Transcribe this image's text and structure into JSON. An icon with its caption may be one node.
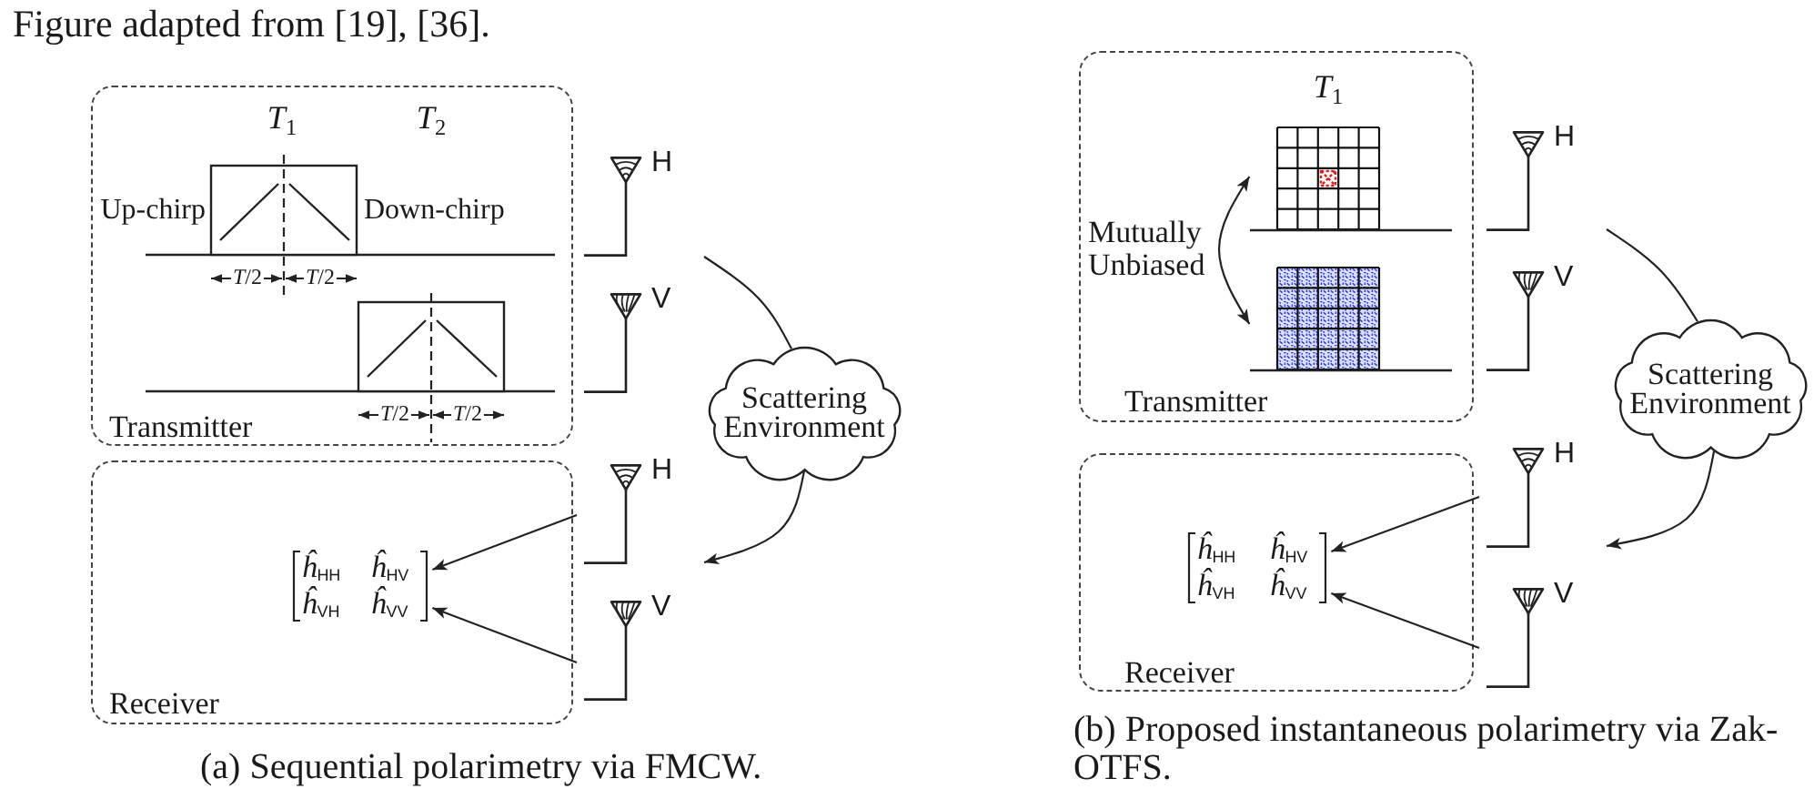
{
  "diagram": {
    "nodes": [
      {
        "text": [
          "Transmitter"
        ]
      },
      {
        "text": [
          "H"
        ]
      },
      {
        "text": [
          "V"
        ]
      },
      {
        "text": [
          "Scattering Environment"
        ]
      },
      {
        "text": [
          "Receiver"
        ]
      },
      {
        "text": [
          "*ĥ*$_{HH}$",
          "*ĥ*$_{HV}$",
          "*ĥ*$_{VH}$",
          "*ĥ*$_{VV}$"
        ],
        "in": 4
      },
      {
        "text": [
          "H"
        ]
      },
      {
        "text": [
          "V"
        ]
      },
      {
        "text": [
          "Transmitter"
        ]
      },
      {
        "text": [],
        "shape": "grid",
        "in": 8
      },
      {
        "text": [],
        "shape": "grid",
        "in": 8
      },
      {
        "text": [
          "H"
        ]
      },
      {
        "text": [
          "V"
        ]
      },
      {
        "text": [
          "Scattering Environment"
        ]
      },
      {
        "text": [
          "Receiver"
        ]
      },
      {
        "text": [
          "*ĥ*$_{HH}$",
          "*ĥ*$_{HV}$",
          "*ĥ*$_{VH}$",
          "*ĥ*$_{VV}$"
        ],
        "in": 14
      },
      {
        "text": [
          "H"
        ]
      },
      {
        "text": [
          "V"
        ]
      }
    ],
    "edges": [
      {
        "from": 1,
        "to": 3,
        "arrow": "none"
      },
      {
        "from": 3,
        "to": 6,
        "arrow": "to"
      },
      {
        "from": 6,
        "to": 5,
        "arrow": "to"
      },
      {
        "from": 7,
        "to": 5,
        "arrow": "to"
      },
      {
        "from": 9,
        "to": 10,
        "arrow": "both",
        "label": "Mutually Unbiased"
      },
      {
        "from": 11,
        "to": 13,
        "arrow": "none"
      },
      {
        "from": 13,
        "to": 16,
        "arrow": "to"
      },
      {
        "from": 16,
        "to": 15,
        "arrow": "to"
      },
      {
        "from": 17,
        "to": 15,
        "arrow": "to"
      }
    ],
    "labels": [
      "Figure adapted from [19], [36].",
      "*T*$_{1}$",
      "*T*$_{2}$",
      "Up-chirp",
      "Down-chirp",
      "*T*/2",
      "*T*/2",
      "*T*/2",
      "*T*/2",
      "(a) Sequential polarimetry via FMCW.",
      "*T*$_{1}$",
      "(b) Proposed instantaneous polarimetry via Zak-OTFS."
    ]
  }
}
